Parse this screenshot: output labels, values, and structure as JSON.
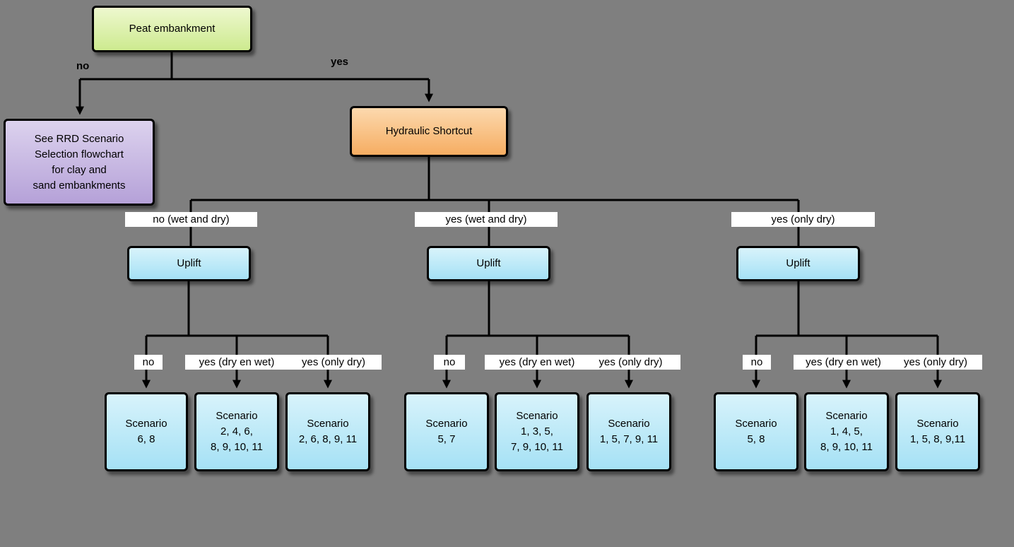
{
  "root": {
    "label": "Peat embankment"
  },
  "edge_labels": {
    "no": "no",
    "yes": "yes"
  },
  "rrd_note": {
    "text": "See RRD Scenario\nSelection flowchart\nfor clay and\nsand embankments"
  },
  "hydraulic": {
    "label": "Hydraulic Shortcut"
  },
  "groups": [
    {
      "branch_label": "no (wet and dry)",
      "uplift_label": "Uplift",
      "children": [
        {
          "edge_label": "no",
          "scenario": "Scenario\n6, 8"
        },
        {
          "edge_label": "yes (dry en wet)",
          "scenario": "Scenario\n2, 4, 6,\n8, 9, 10, 11"
        },
        {
          "edge_label": "yes (only dry)",
          "scenario": "Scenario\n2, 6, 8, 9, 11"
        }
      ]
    },
    {
      "branch_label": "yes (wet and dry)",
      "uplift_label": "Uplift",
      "children": [
        {
          "edge_label": "no",
          "scenario": "Scenario\n5, 7"
        },
        {
          "edge_label": "yes (dry en wet)",
          "scenario": "Scenario\n1, 3, 5,\n7, 9, 10, 11"
        },
        {
          "edge_label": "yes (only dry)",
          "scenario": "Scenario\n1, 5, 7, 9, 11"
        }
      ]
    },
    {
      "branch_label": "yes (only dry)",
      "uplift_label": "Uplift",
      "children": [
        {
          "edge_label": "no",
          "scenario": "Scenario\n5, 8"
        },
        {
          "edge_label": "yes (dry en wet)",
          "scenario": "Scenario\n1, 4, 5,\n8, 9, 10, 11"
        },
        {
          "edge_label": "yes (only dry)",
          "scenario": "Scenario\n1, 5, 8, 9,11"
        }
      ]
    }
  ],
  "colors": {
    "background": "#7f7f7f",
    "peat_box": "#cdea8f",
    "rrd_box": "#b5a1d8",
    "hydraulic_box": "#f6ad62",
    "uplift_box": "#a5e1f5",
    "scenario_box": "#a5e1f5",
    "edge_label_background": "#ffffff",
    "line": "#000000"
  }
}
